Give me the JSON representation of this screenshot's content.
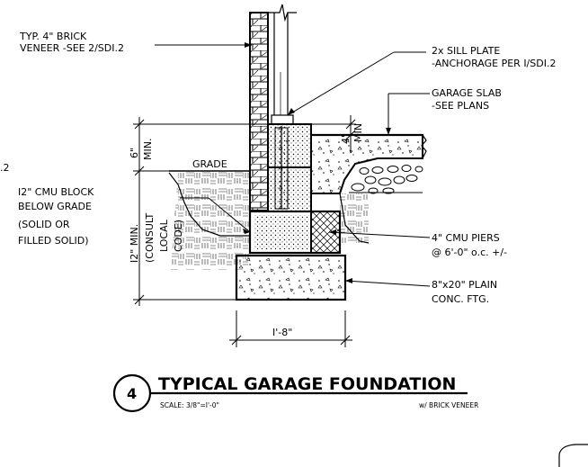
{
  "labels": {
    "brick_veneer": [
      "TYP. 4\" BRICK",
      "VENEER -SEE 2/SDI.2"
    ],
    "sill_plate": [
      "2x SILL PLATE",
      "-ANCHORAGE PER I/SDI.2"
    ],
    "garage_slab": [
      "GARAGE SLAB",
      "-SEE PLANS"
    ],
    "grade": "GRADE",
    "cmu_block": [
      "I2\" CMU BLOCK",
      "BELOW GRADE",
      "(SOLID OR",
      "FILLED SOLID)"
    ],
    "cmu_piers": [
      "4\" CMU PIERS",
      "@ 6'-0\" o.c. +/-"
    ],
    "footing": [
      "8\"x20\" PLAIN",
      "CONC. FTG."
    ],
    "left_edge": ".2"
  },
  "dimensions": {
    "six_min": [
      "6\"",
      "MIN."
    ],
    "four_min": [
      "4\"",
      "MIN"
    ],
    "twelve_min": [
      "I2\" MIN.",
      "(CONSULT",
      "LOCAL",
      "CODE)"
    ],
    "footing_width": "I'-8\""
  },
  "title_block": {
    "detail_number": "4",
    "title": "TYPICAL GARAGE FOUNDATION",
    "scale": "SCALE:  3/8\"=I'-0\"",
    "note": "w/ BRICK VENEER"
  }
}
